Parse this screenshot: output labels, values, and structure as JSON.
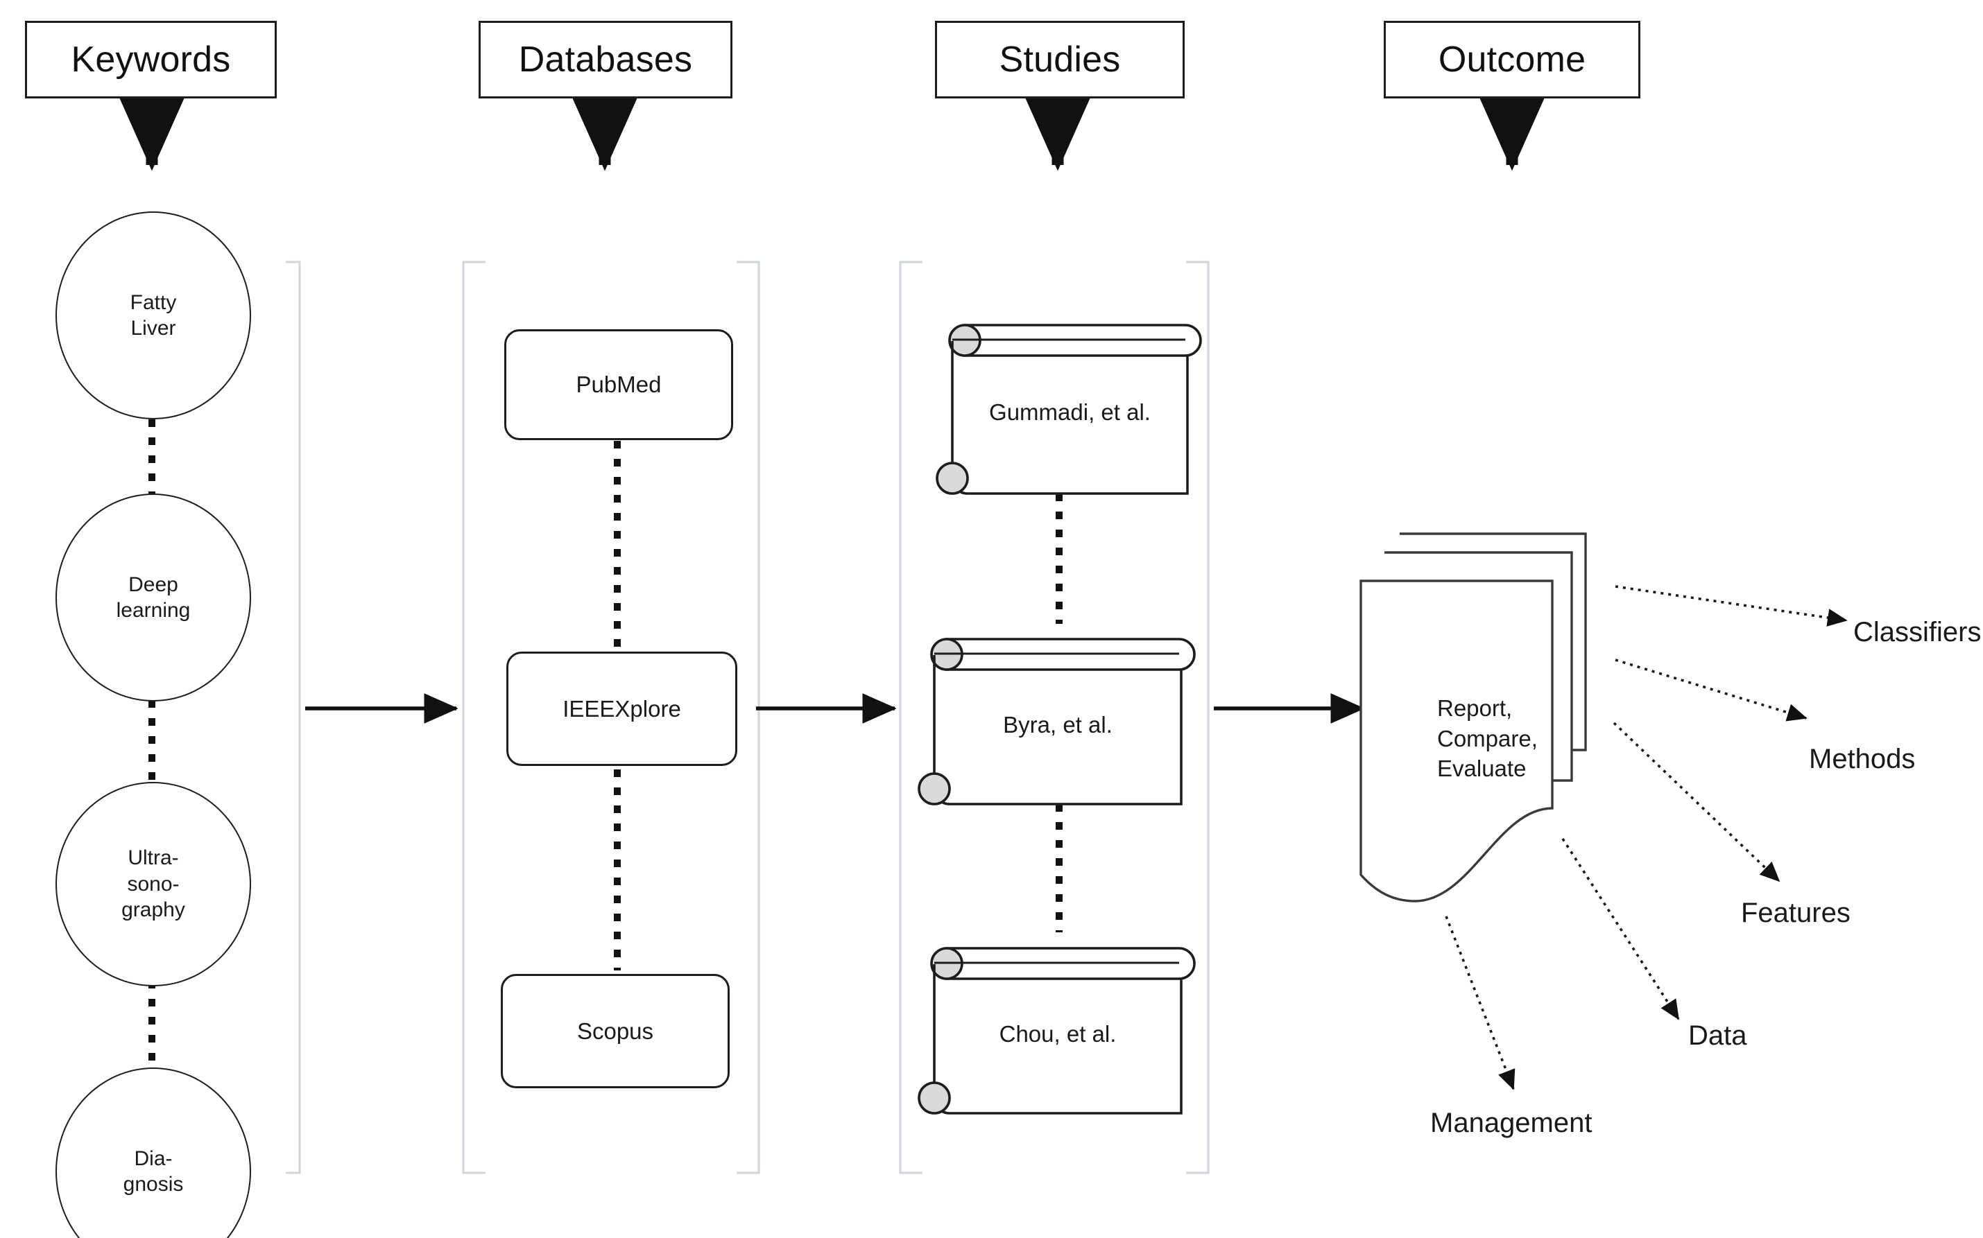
{
  "diagram": {
    "title": "Systematic review workflow: Keywords to Outcome",
    "background": "#ffffff",
    "stroke_color": "#1d1d1d",
    "bracket_color": "#d3d6dc"
  },
  "headers": [
    {
      "id": "keywords",
      "label": "Keywords"
    },
    {
      "id": "databases",
      "label": "Databases"
    },
    {
      "id": "studies",
      "label": "Studies"
    },
    {
      "id": "outcome",
      "label": "Outcome"
    }
  ],
  "keywords": {
    "column_label": "Keywords",
    "items": [
      {
        "label": "Fatty\nLiver"
      },
      {
        "label": "Deep\nlearning"
      },
      {
        "label": "Ultra-\nsono-\ngraphy"
      },
      {
        "label": "Dia-\ngnosis"
      }
    ]
  },
  "databases": {
    "column_label": "Databases",
    "items": [
      {
        "label": "PubMed"
      },
      {
        "label": "IEEEXplore"
      },
      {
        "label": "Scopus"
      }
    ]
  },
  "studies": {
    "column_label": "Studies",
    "items": [
      {
        "label": "Gummadi, et al."
      },
      {
        "label": "Byra, et al."
      },
      {
        "label": "Chou, et al."
      }
    ]
  },
  "outcome": {
    "column_label": "Outcome",
    "stack_label": "Report,\nCompare,\nEvaluate",
    "leaves": [
      {
        "label": "Classifiers"
      },
      {
        "label": "Methods"
      },
      {
        "label": "Features"
      },
      {
        "label": "Data"
      },
      {
        "label": "Management"
      }
    ]
  },
  "connectors": {
    "vertical_arrow_count": 4,
    "horizontal_arrow_count": 3,
    "dotted_link_count": 6,
    "dotted_leaf_arrow_count": 5
  }
}
